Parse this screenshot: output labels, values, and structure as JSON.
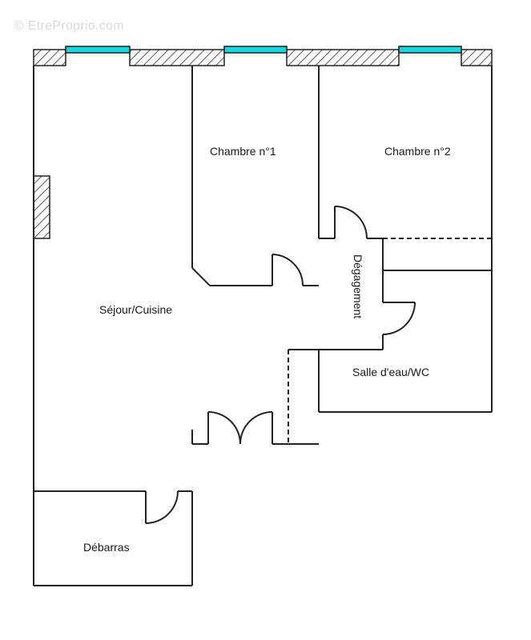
{
  "watermark": "© EtreProprio.com",
  "rooms": {
    "chambre1": "Chambre n°1",
    "chambre2": "Chambre n°2",
    "degagement": "Dégagement",
    "sejour": "Séjour/Cuisine",
    "salle_eau": "Salle d'eau/WC",
    "debarras": "Débarras"
  },
  "colors": {
    "window": "#16d8e2",
    "wall": "#222222",
    "background": "#ffffff"
  }
}
